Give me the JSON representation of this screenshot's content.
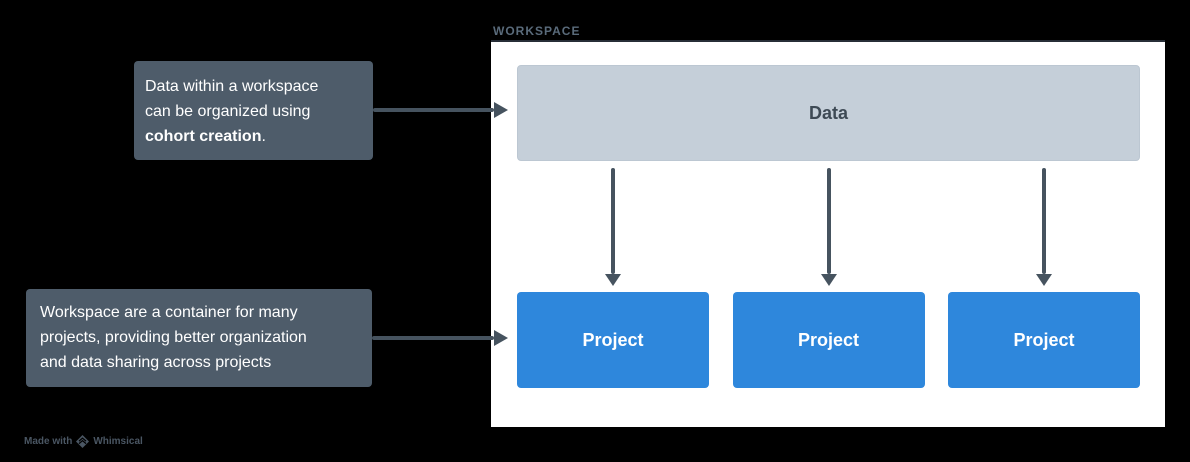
{
  "colors": {
    "background": "#000000",
    "panel": "#FFFFFF",
    "panel_top_edge": "#272E37",
    "workspace_label": "#5A6B7B",
    "data_box_fill": "#C5CFD9",
    "data_box_text": "#3E4A55",
    "project_fill": "#2E87DC",
    "project_text": "#FFFFFF",
    "callout_fill": "#4E5C6A",
    "callout_text": "#FFFFFF",
    "arrow": "#46535F",
    "watermark_text": "#4A5663"
  },
  "workspace": {
    "label": "WORKSPACE",
    "data_box": {
      "label": "Data"
    },
    "projects": [
      {
        "label": "Project"
      },
      {
        "label": "Project"
      },
      {
        "label": "Project"
      }
    ]
  },
  "callouts": {
    "top": {
      "line1": "Data within a workspace",
      "line2": "can be organized using",
      "line3_bold": "cohort creation",
      "line3_rest": "."
    },
    "bottom": {
      "line1": "Workspace are a container for many",
      "line2": "projects, providing better organization",
      "line3": "and data sharing across projects"
    }
  },
  "watermark": {
    "prefix": "Made with",
    "brand": "Whimsical",
    "logo_icon": "whimsical-diamond-logo"
  }
}
